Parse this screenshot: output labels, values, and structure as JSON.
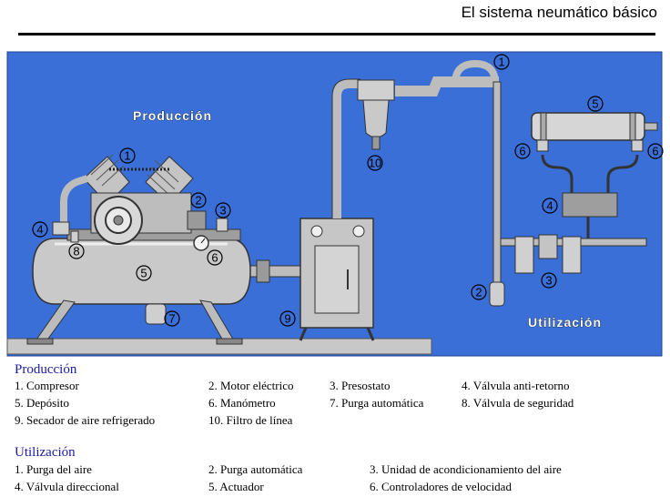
{
  "title": "El sistema neumático básico",
  "diagram": {
    "section_labels": {
      "production": "Producción",
      "utilization": "Utilización"
    },
    "markers": {
      "compressor": "1",
      "motor": "2",
      "pressure_switch": "3",
      "check_valve": "4",
      "tank": "5",
      "gauge": "6",
      "auto_drain": "7",
      "safety_valve": "8",
      "dryer": "9",
      "line_filter": "10",
      "u_purge": "1",
      "u_auto_drain": "2",
      "u_frl": "3",
      "u_valve": "4",
      "u_actuator": "5",
      "u_speed_left": "6",
      "u_speed_right": "6"
    }
  },
  "legend": {
    "production": {
      "heading": "Producción",
      "rows": [
        [
          "1. Compresor",
          "2. Motor eléctrico",
          "3. Presostato",
          "4. Válvula anti-retorno"
        ],
        [
          "5. Depósito",
          "6. Manómetro",
          "7. Purga automática",
          "8. Válvula de seguridad"
        ],
        [
          "9. Secador de aire refrigerado",
          "10. Filtro de línea"
        ]
      ]
    },
    "utilization": {
      "heading": "Utilización",
      "rows": [
        [
          "1. Purga del aire",
          "2. Purga automática",
          "3. Unidad de acondicionamiento del aire"
        ],
        [
          "4. Válvula direccional",
          "5. Actuador",
          "6. Controladores de velocidad"
        ]
      ]
    }
  }
}
